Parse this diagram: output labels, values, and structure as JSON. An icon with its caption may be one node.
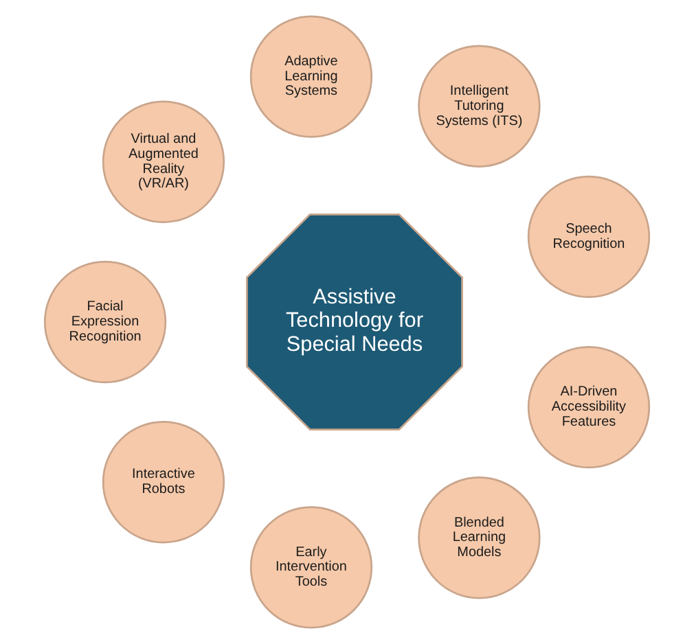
{
  "diagram": {
    "nodes": [
      {
        "text": [
          "Assistive Technology for Special Needs"
        ]
      },
      {
        "text": [
          "Speech Recognition"
        ]
      },
      {
        "text": [
          "Intelligent Tutoring Systems (ITS)"
        ]
      },
      {
        "text": [
          "Adaptive Learning Systems"
        ]
      },
      {
        "text": [
          "Virtual and Augmented Reality (VR/AR)"
        ]
      },
      {
        "text": [
          "Facial Expression Recognition"
        ]
      },
      {
        "text": [
          "Interactive Robots"
        ]
      },
      {
        "text": [
          "Early Intervention Tools"
        ]
      },
      {
        "text": [
          "Blended Learning Models"
        ]
      },
      {
        "text": [
          "AI-Driven Accessibility Features"
        ]
      }
    ]
  }
}
